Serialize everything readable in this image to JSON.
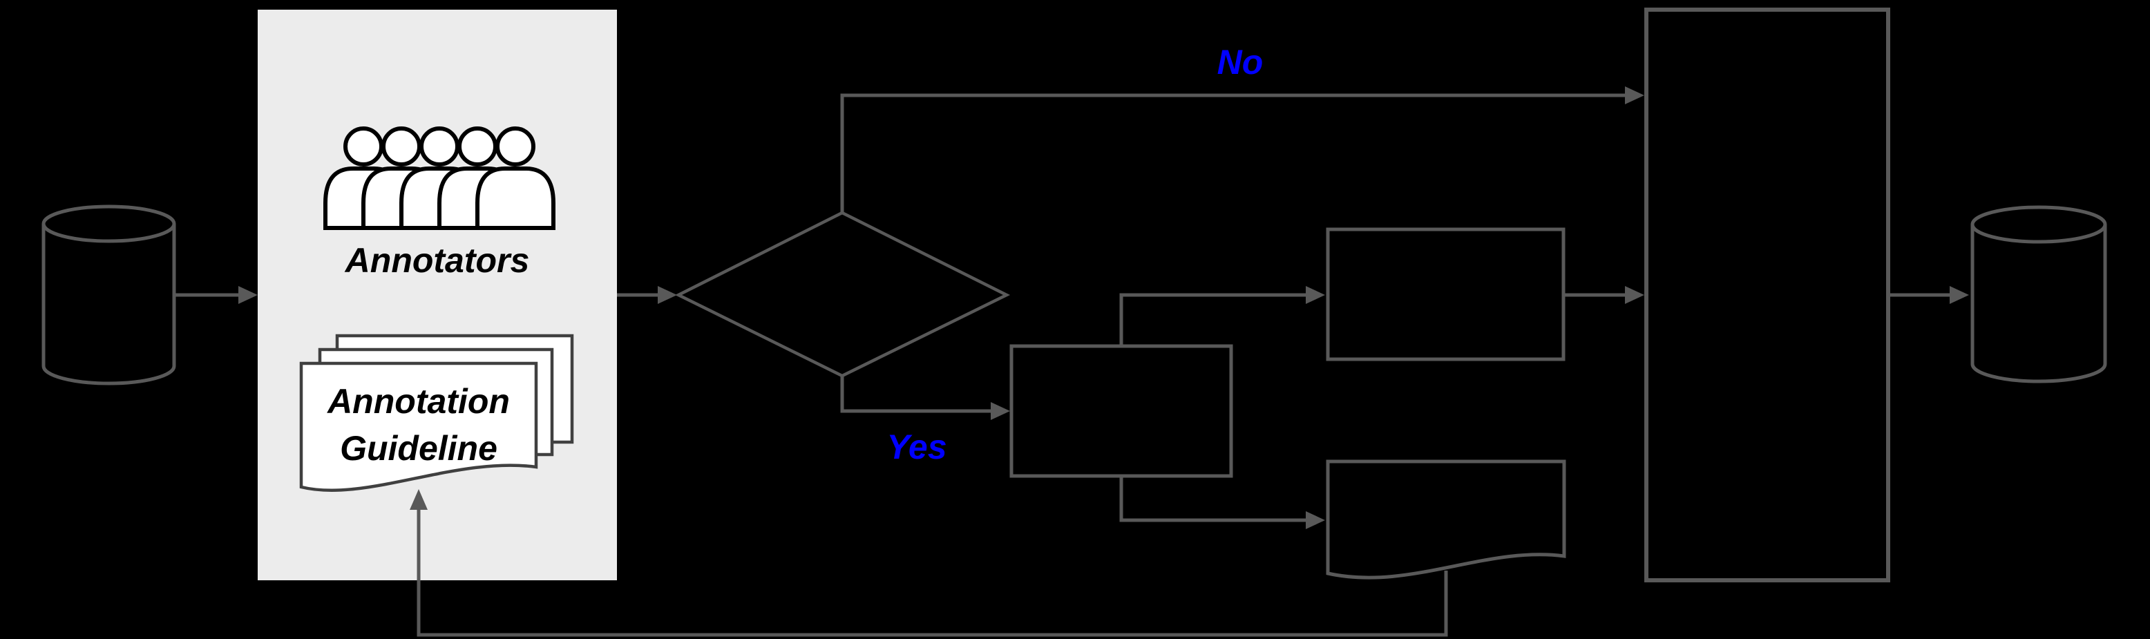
{
  "colors": {
    "background": "#000000",
    "line": "#595959",
    "accent": "#0000ff",
    "panel": "#ececec",
    "paper": "#ffffff",
    "ink": "#000000",
    "pagestroke": "#404040",
    "shapefill": "#000000"
  },
  "labels": {
    "annotators": "Annotators",
    "guideline_line1": "Annotation",
    "guideline_line2": "Guideline",
    "branch_no": "No",
    "branch_yes": "Yes"
  },
  "icons": {
    "annotators": "people-group-icon",
    "guideline": "document-stack-icon",
    "source": "database-cylinder-icon",
    "sink": "database-cylinder-icon",
    "output": "document-shape"
  },
  "flow": {
    "decision_branches": [
      "No",
      "Yes"
    ]
  }
}
